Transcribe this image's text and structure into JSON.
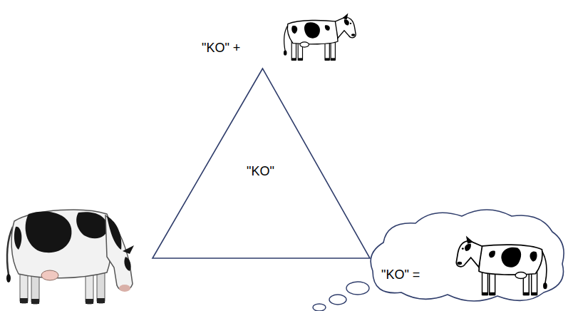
{
  "diagram": {
    "nodes": [
      {
        "text": [
          "\"KO\""
        ]
      },
      {
        "text": [
          "\"KO\" ="
        ]
      }
    ],
    "labels": [
      "\"KO\" +"
    ]
  }
}
